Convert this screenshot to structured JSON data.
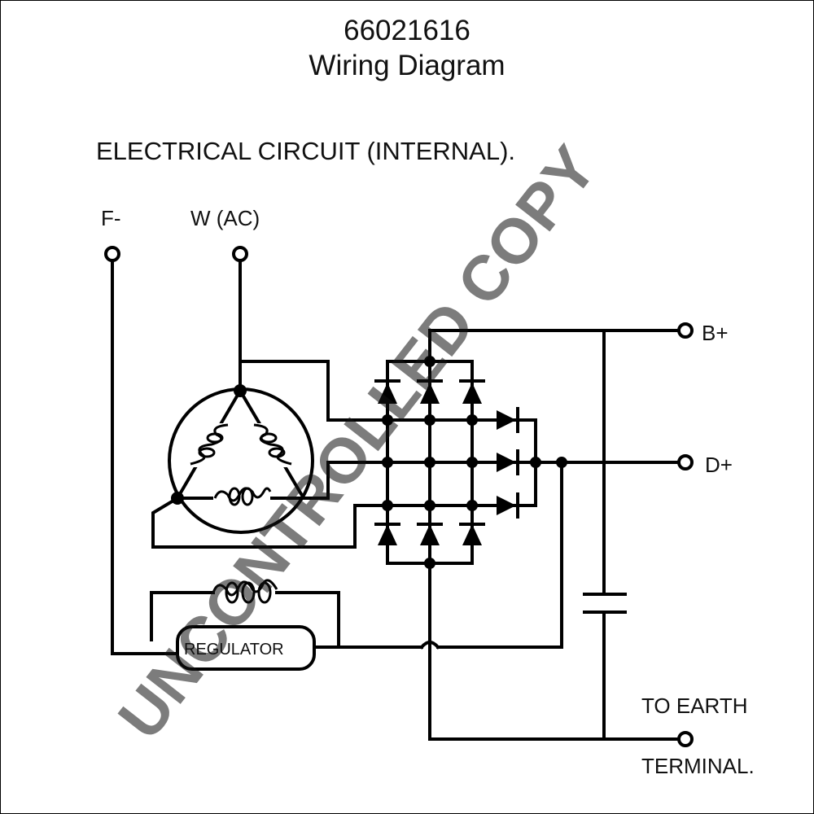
{
  "header": {
    "part_number": "66021616",
    "subtitle": "Wiring Diagram"
  },
  "diagram": {
    "heading": "ELECTRICAL CIRCUIT (INTERNAL).",
    "terminals": {
      "f_minus": "F-",
      "w_ac": "W (AC)",
      "b_plus": "B+",
      "d_plus": "D+",
      "earth_line1": "TO EARTH",
      "earth_line2": "TERMINAL."
    },
    "components": {
      "regulator": "REGULATOR"
    }
  },
  "watermark": {
    "text": "UNCONTROLLED COPY",
    "color": "#c8c8c8"
  }
}
